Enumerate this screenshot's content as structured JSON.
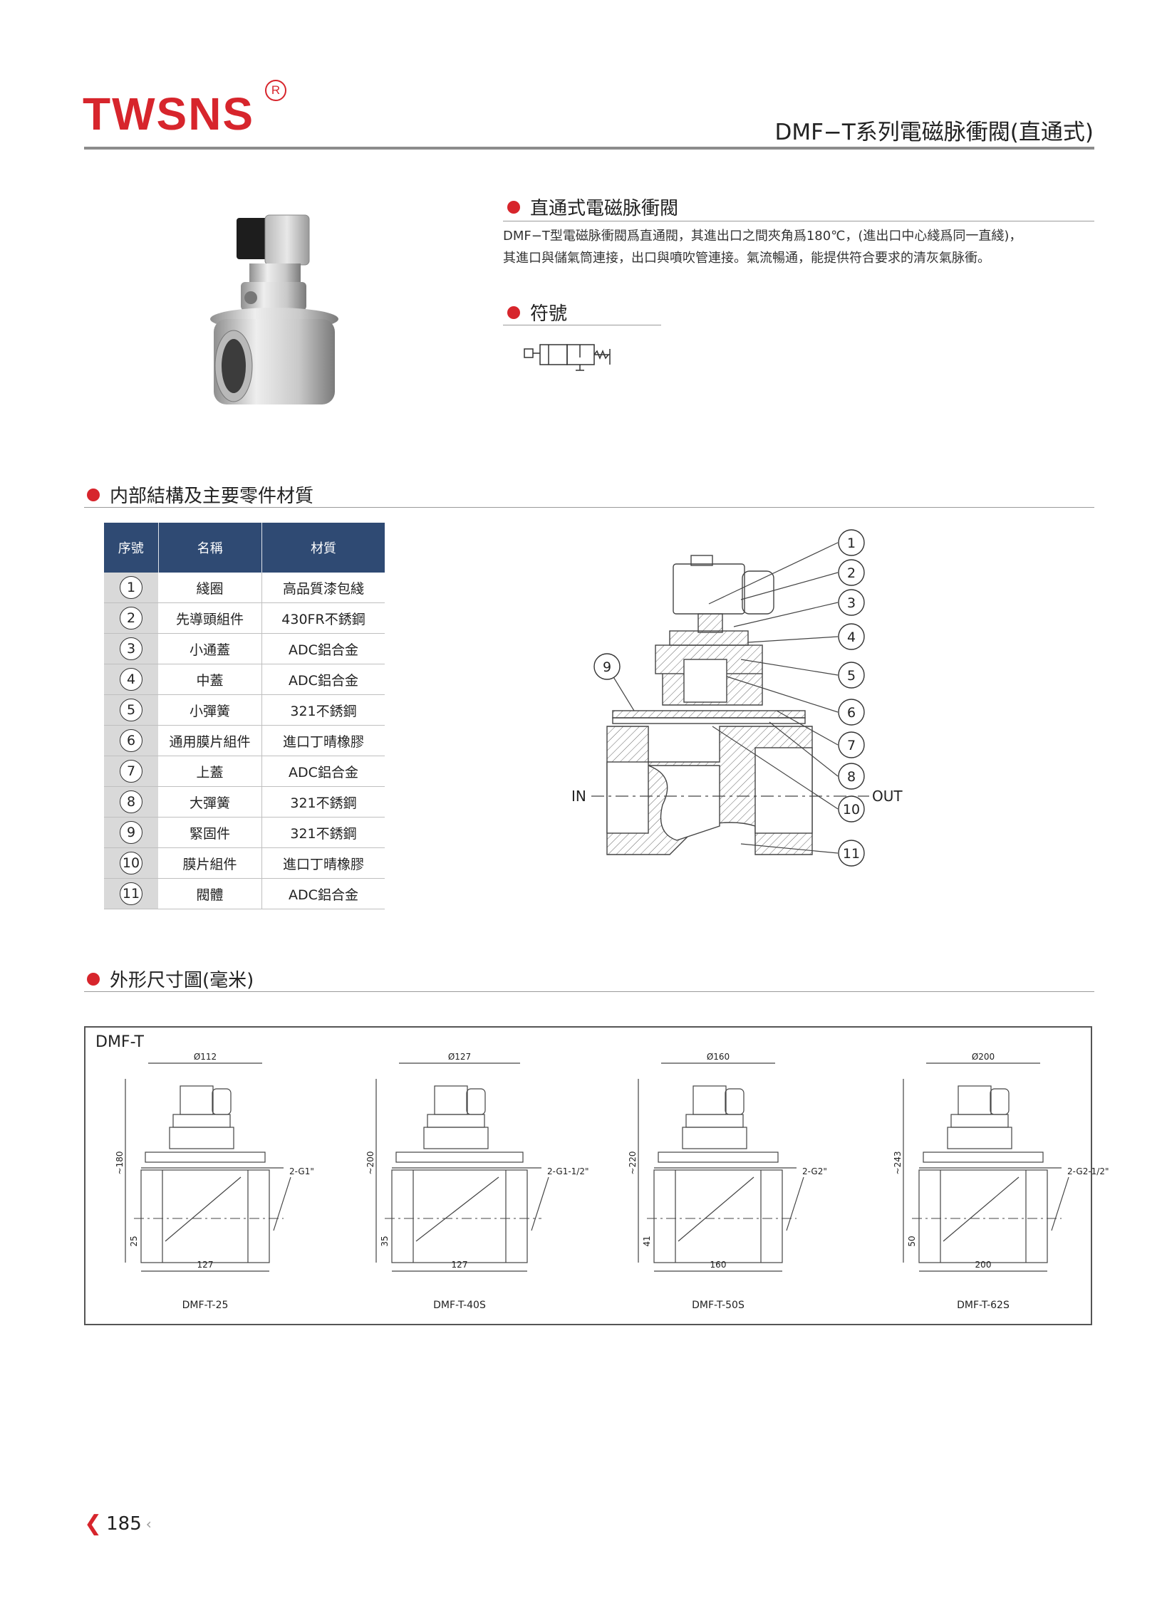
{
  "header": {
    "brand": "TWSNS",
    "registered_mark": "R",
    "page_title": "DMF−T系列電磁脉衝閥(直通式)"
  },
  "intro": {
    "heading": "直通式電磁脉衝閥",
    "line1": "DMF−T型電磁脉衝閥爲直通閥，其進出口之間夾角爲180℃，(進出口中心綫爲同一直綫)，",
    "line2": "其進口與儲氣筒連接，出口與噴吹管連接。氣流暢通，能提供符合要求的清灰氣脉衝。"
  },
  "symbol": {
    "heading": "符號"
  },
  "structure": {
    "heading": "内部結構及主要零件材質",
    "columns": [
      "序號",
      "名稱",
      "材質"
    ],
    "rows": [
      {
        "no": "1",
        "name": "綫圈",
        "material": "高品質漆包綫"
      },
      {
        "no": "2",
        "name": "先導頭組件",
        "material": "430FR不銹鋼"
      },
      {
        "no": "3",
        "name": "小通蓋",
        "material": "ADC鋁合金"
      },
      {
        "no": "4",
        "name": "中蓋",
        "material": "ADC鋁合金"
      },
      {
        "no": "5",
        "name": "小彈簧",
        "material": "321不銹鋼"
      },
      {
        "no": "6",
        "name": "通用膜片組件",
        "material": "進口丁晴橡膠"
      },
      {
        "no": "7",
        "name": "上蓋",
        "material": "ADC鋁合金"
      },
      {
        "no": "8",
        "name": "大彈簧",
        "material": "321不銹鋼"
      },
      {
        "no": "9",
        "name": "緊固件",
        "material": "321不銹鋼"
      },
      {
        "no": "10",
        "name": "膜片組件",
        "material": "進口丁晴橡膠"
      },
      {
        "no": "11",
        "name": "閥體",
        "material": "ADC鋁合金"
      }
    ],
    "diagram": {
      "in_label": "IN",
      "out_label": "OUT"
    }
  },
  "dimensions": {
    "heading": "外形尺寸圖(毫米)",
    "box_label": "DMF-T",
    "models": [
      {
        "model": "DMF-T-25",
        "dia": "Ø112",
        "height": "~180",
        "port": "2-G1\"",
        "center": "25",
        "width": "127"
      },
      {
        "model": "DMF-T-40S",
        "dia": "Ø127",
        "height": "~200",
        "port": "2-G1-1/2\"",
        "center": "35",
        "width": "127"
      },
      {
        "model": "DMF-T-50S",
        "dia": "Ø160",
        "height": "~220",
        "port": "2-G2\"",
        "center": "41",
        "width": "160"
      },
      {
        "model": "DMF-T-62S",
        "dia": "Ø200",
        "height": "~243",
        "port": "2-G2-1/2\"",
        "center": "50",
        "width": "200"
      }
    ]
  },
  "footer": {
    "page_number": "185"
  },
  "colors": {
    "brand_red": "#d7252c",
    "table_header": "#2f4a73"
  }
}
